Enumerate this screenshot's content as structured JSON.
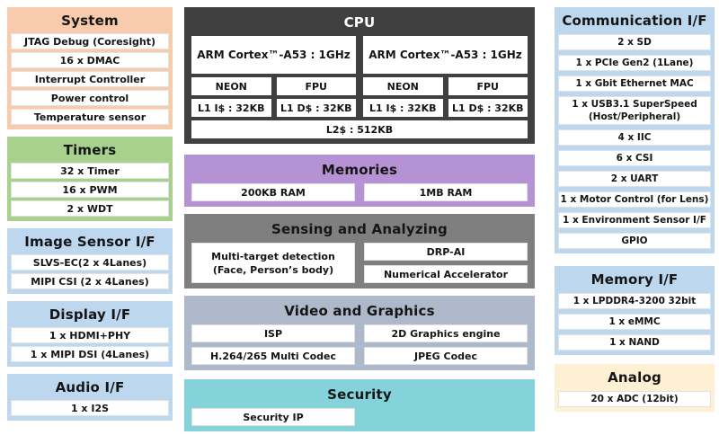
{
  "colors": {
    "system": "#F8CBAD",
    "timers": "#A9D18E",
    "blue_if": "#BDD7EE",
    "cpu": "#404040",
    "memories": "#B592D4",
    "sensing": "#7F7F7F",
    "video": "#ADB9CA",
    "security": "#84D3DA",
    "analog": "#FDF0D3",
    "item_bg": "#FFFFFF",
    "text": "#151515"
  },
  "blocks": {
    "system": {
      "title": "System",
      "items": [
        "JTAG Debug (Coresight)",
        "16 x DMAC",
        "Interrupt Controller",
        "Power control",
        "Temperature sensor"
      ]
    },
    "timers": {
      "title": "Timers",
      "items": [
        "32 x Timer",
        "16 x PWM",
        "2 x WDT"
      ]
    },
    "image_sensor": {
      "title": "Image Sensor I/F",
      "items": [
        "SLVS-EC(2 x 4Lanes)",
        "MIPI CSI (2 x 4Lanes)"
      ]
    },
    "display": {
      "title": "Display I/F",
      "items": [
        "1 x HDMI+PHY",
        "1 x MIPI DSI (4Lanes)"
      ]
    },
    "audio": {
      "title": "Audio I/F",
      "items": [
        "1 x I2S"
      ]
    },
    "cpu": {
      "title": "CPU",
      "cores": [
        {
          "name": "ARM Cortex™-A53  : 1GHz",
          "units": [
            "NEON",
            "FPU"
          ],
          "caches": [
            "L1 I$ : 32KB",
            "L1 D$ : 32KB"
          ]
        },
        {
          "name": "ARM Cortex™-A53  : 1GHz",
          "units": [
            "NEON",
            "FPU"
          ],
          "caches": [
            "L1 I$ : 32KB",
            "L1 D$ : 32KB"
          ]
        }
      ],
      "l2": "L2$ : 512KB"
    },
    "memories": {
      "title": "Memories",
      "items": [
        "200KB RAM",
        "1MB RAM"
      ]
    },
    "sensing": {
      "title": "Sensing and Analyzing",
      "left_items": [
        "DRP-AI",
        "Numerical Accelerator"
      ],
      "right_item": "Multi-target detection\n(Face, Person’s body)"
    },
    "video": {
      "title": "Video and Graphics",
      "items": [
        "ISP",
        "2D Graphics engine",
        "H.264/265 Multi Codec",
        "JPEG Codec"
      ]
    },
    "security": {
      "title": "Security",
      "items": [
        "Security IP"
      ]
    },
    "communication": {
      "title": "Communication I/F",
      "items": [
        "2 x SD",
        "1 x PCIe Gen2 (1Lane)",
        "1 x Gbit Ethernet MAC",
        "1 x USB3.1 SuperSpeed\n(Host/Peripheral)",
        "4 x IIC",
        "6 x CSI",
        "2 x UART",
        "1 x Motor Control (for Lens)",
        "1 x Environment Sensor I/F",
        "GPIO"
      ]
    },
    "memory_if": {
      "title": "Memory I/F",
      "items": [
        "1 x LPDDR4-3200 32bit",
        "1 x eMMC",
        "1 x NAND"
      ]
    },
    "analog": {
      "title": "Analog",
      "items": [
        "20 x ADC (12bit)"
      ]
    }
  }
}
